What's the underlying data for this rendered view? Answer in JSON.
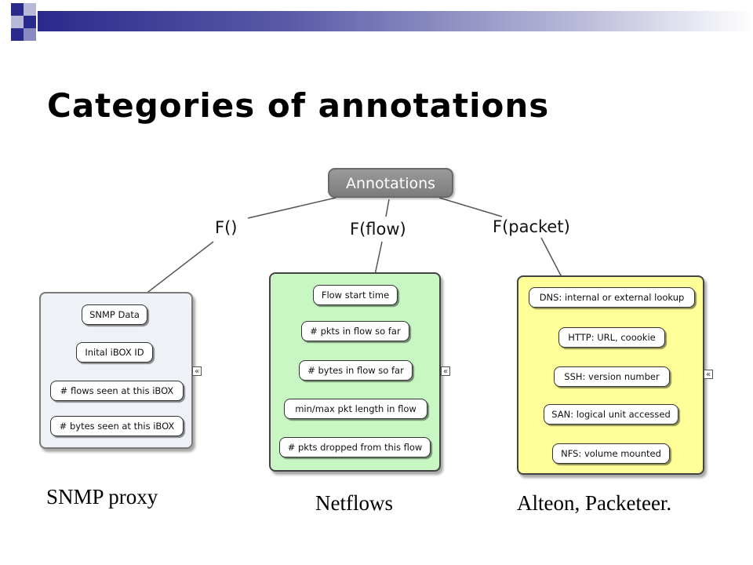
{
  "slide": {
    "title": "Categories of annotations"
  },
  "diagram": {
    "root": "Annotations",
    "branches": [
      {
        "label": "F()",
        "items": [
          "SNMP Data",
          "Inital iBOX ID",
          "# flows seen at this iBOX",
          "# bytes seen at this iBOX"
        ],
        "caption": "SNMP proxy",
        "color": "#eef2f6"
      },
      {
        "label": "F(flow)",
        "items": [
          "Flow start time",
          "# pkts in flow so far",
          "# bytes in flow so far",
          "min/max pkt length in flow",
          "# pkts dropped from this flow"
        ],
        "caption": "Netflows",
        "color": "#c8f7c4"
      },
      {
        "label": "F(packet)",
        "items": [
          "DNS: internal or external lookup",
          "HTTP: URL, coookie",
          "SSH: version number",
          "SAN: logical unit accessed",
          "NFS: volume mounted"
        ],
        "caption": "Alteon, Packeteer.",
        "color": "#ffff99"
      }
    ],
    "collapse_glyph": "«"
  },
  "colors": {
    "root_fill": "#8a8a8a",
    "accent": "#2a2a8c"
  }
}
